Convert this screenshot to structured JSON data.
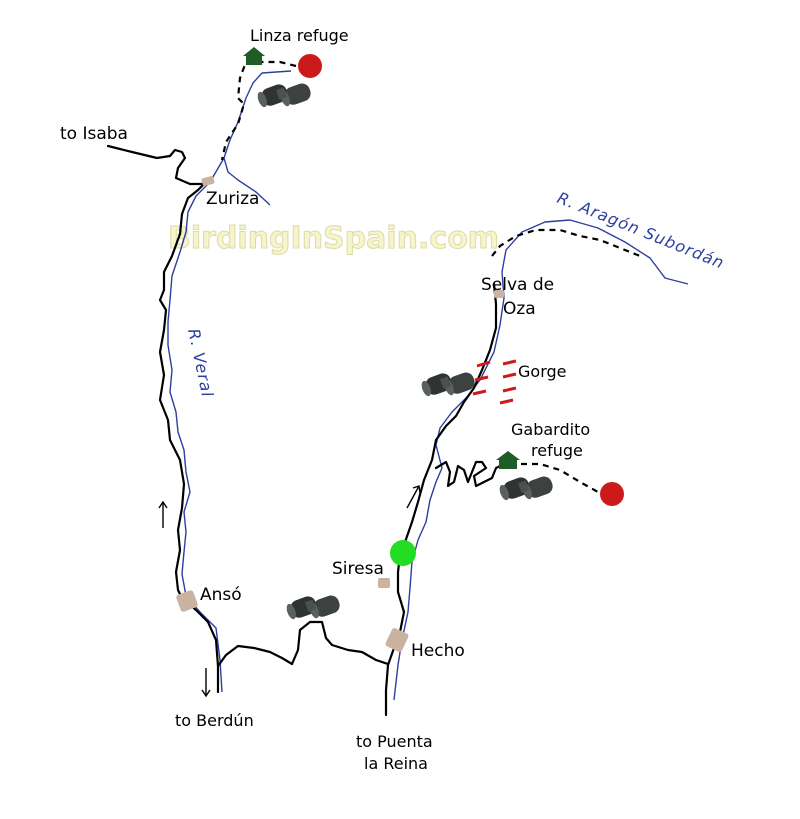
{
  "watermark": "BirdingInSpain.com",
  "places": {
    "linza": "Linza refuge",
    "isaba": "to Isaba",
    "zuriza": "Zuriza",
    "selva1": "Selva de",
    "selva2": "Oza",
    "gorge": "Gorge",
    "gabardito1": "Gabardito",
    "gabardito2": "refuge",
    "siresa": "Siresa",
    "anso": "Ansó",
    "hecho": "Hecho",
    "berdun": "to Berdún",
    "puenta1": "to Puenta",
    "puenta2": "la Reina"
  },
  "rivers": {
    "veral": "R. Veral",
    "aragon": "R. Aragón Subordán"
  },
  "icons": {
    "binoculars": "binoculars-icon",
    "refuge": "refuge-hut-icon",
    "start": "start-point-icon",
    "end": "end-point-icon"
  },
  "colors": {
    "river": "#2d3f9e",
    "road": "#000000",
    "start": "#22dd22",
    "end": "#cc1a1a",
    "refuge": "#1e5c28",
    "gorge": "#cc1a1a",
    "village": "#cbb3a2"
  }
}
